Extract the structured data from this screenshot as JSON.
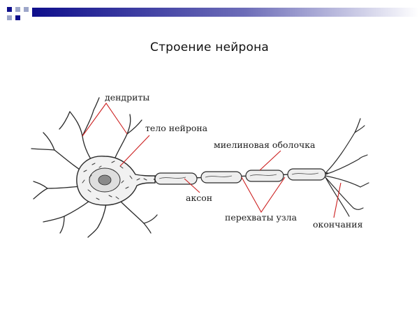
{
  "slide": {
    "title": "Строение нейрона"
  },
  "diagram": {
    "labels": {
      "dendrites": "дендриты",
      "cell_body": "тело нейрона",
      "myelin_sheath": "миелиновая оболочка",
      "axon": "аксон",
      "nodes_of_ranvier": "перехваты узла",
      "terminals": "окончания"
    }
  },
  "colors": {
    "accent": "#0f0f8c",
    "leader_line": "#cc1f1f",
    "drawing": "#2a2a2a"
  }
}
